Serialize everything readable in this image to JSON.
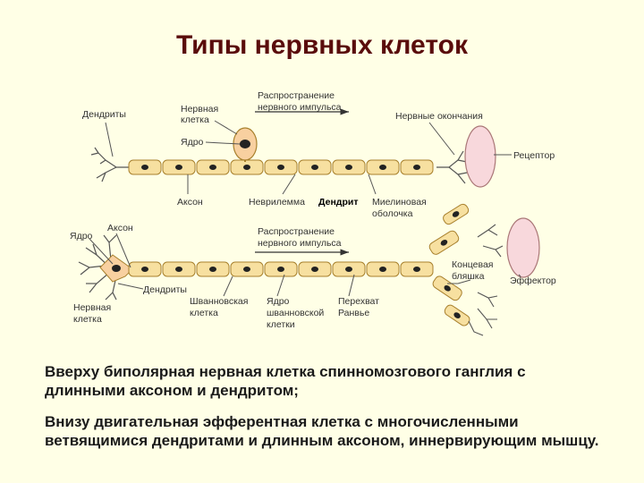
{
  "title": "Типы нервных клеток",
  "diagram": {
    "top": {
      "propagation": [
        "Распространение",
        "нервного импульса"
      ],
      "dendrites": "Дендриты",
      "nerve_cell": [
        "Нервная",
        "клетка"
      ],
      "nucleus": "Ядро",
      "nerve_endings": "Нервные окончания",
      "receptor": "Рецептор",
      "axon": "Аксон",
      "neurilemma": "Неврилемма",
      "dendrite": "Дендрит",
      "myelin_sheath": [
        "Миелиновая",
        "оболочка"
      ]
    },
    "bottom": {
      "nucleus": "Ядро",
      "axon": "Аксон",
      "propagation": [
        "Распространение",
        "нервного импульса"
      ],
      "end_plate": [
        "Концевая",
        "бляшка"
      ],
      "effector": "Эффектор",
      "dendrites": "Дендриты",
      "nerve_cell": [
        "Нервная",
        "клетка"
      ],
      "schwann_cell": [
        "Шванновская",
        "клетка"
      ],
      "schwann_nucleus": [
        "Ядро",
        "шванновской",
        "клетки"
      ],
      "ranvier_node": [
        "Перехват",
        "Ранвье"
      ]
    },
    "colors": {
      "myelin": "#f7e0a0",
      "myelin_stroke": "#a8812e",
      "cell_body": "#f8d0a0",
      "receptor": "#f8d8dc",
      "nucleus": "#222222",
      "line": "#444444"
    }
  },
  "captions": [
    "Вверху биполярная нервная клетка спинномозгового ганглия с длинными аксоном и дендритом;",
    "Внизу двигательная эфферентная клетка с многочисленными ветвящимися дендритами и длинным аксоном, иннервирующим мышцу."
  ]
}
